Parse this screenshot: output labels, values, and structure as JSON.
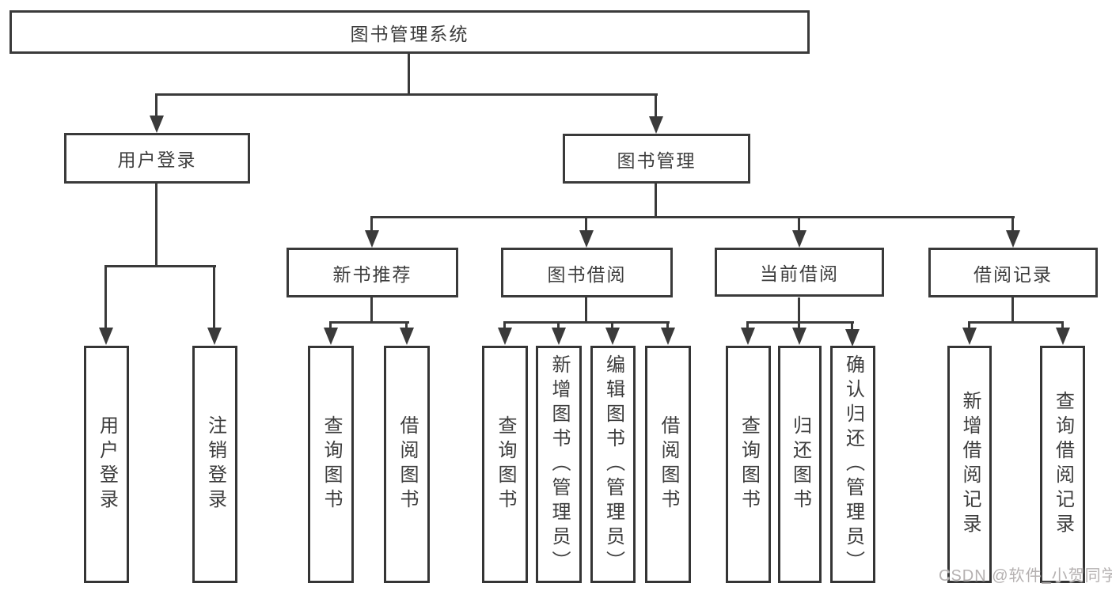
{
  "diagram_type": "hierarchy-tree",
  "nodes": {
    "root": "图书管理系统",
    "user_login": "用户登录",
    "book_mgmt": "图书管理",
    "new_book_rec": "新书推荐",
    "book_borrow": "图书借阅",
    "current_borrow": "当前借阅",
    "borrow_record": "借阅记录",
    "leaf_login": "用户登录",
    "leaf_logout": "注销登录",
    "leaf_rec_query": "查询图书",
    "leaf_rec_borrow": "借阅图书",
    "leaf_bor_query": "查询图书",
    "leaf_bor_add": "新增图书（管理员）",
    "leaf_bor_edit": "编辑图书（管理员）",
    "leaf_bor_borrow": "借阅图书",
    "leaf_cur_query": "查询图书",
    "leaf_cur_return": "归还图书",
    "leaf_cur_confirm": "确认归还（管理员）",
    "leaf_record_add": "新增借阅记录",
    "leaf_record_query": "查询借阅记录"
  },
  "hierarchy": {
    "图书管理系统": {
      "用户登录": [
        "用户登录",
        "注销登录"
      ],
      "图书管理": {
        "新书推荐": [
          "查询图书",
          "借阅图书"
        ],
        "图书借阅": [
          "查询图书",
          "新增图书（管理员）",
          "编辑图书（管理员）",
          "借阅图书"
        ],
        "当前借阅": [
          "查询图书",
          "归还图书",
          "确认归还（管理员）"
        ],
        "借阅记录": [
          "新增借阅记录",
          "查询借阅记录"
        ]
      }
    }
  },
  "watermark": "CSDN @软件_小贺同学",
  "colors": {
    "line": "#3a3a3a",
    "text": "#3d3d3d",
    "watermark": "#b5b1b1",
    "background": "#ffffff"
  }
}
